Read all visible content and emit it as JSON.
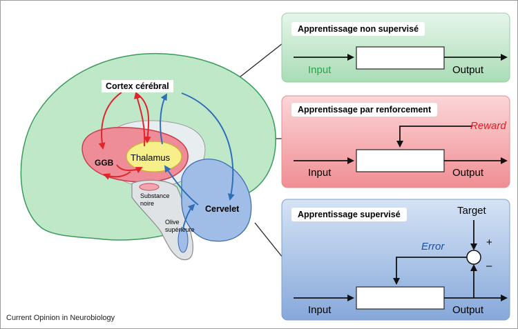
{
  "brain": {
    "cortex": "Cortex cérébral",
    "ggb": "GGB",
    "thalamus": "Thalamus",
    "substance_noire": "Substance noire",
    "olive": "Olive supérieure",
    "cervelet": "Cervelet"
  },
  "panels": {
    "unsupervised": {
      "title": "Apprentissage non supervisé",
      "input": "Input",
      "output": "Output"
    },
    "reinforcement": {
      "title": "Apprentissage par renforcement",
      "input": "Input",
      "output": "Output",
      "reward": "Reward"
    },
    "supervised": {
      "title": "Apprentissage supervisé",
      "input": "Input",
      "output": "Output",
      "target": "Target",
      "error": "Error",
      "plus": "+",
      "minus": "–"
    }
  },
  "footer": "Current Opinion in Neurobiology",
  "colors": {
    "green_panel": "#bfe6c8",
    "red_panel": "#f4a5a8",
    "blue_panel": "#9ebbe2",
    "cortex": "#bfe8c9",
    "ggb": "#ee8c98",
    "thalamus": "#f6ef8a",
    "cerebellum": "#9fbde6",
    "input_green": "#2aa34a",
    "reward_red": "#e21b22",
    "error_blue": "#1a4fa0"
  }
}
